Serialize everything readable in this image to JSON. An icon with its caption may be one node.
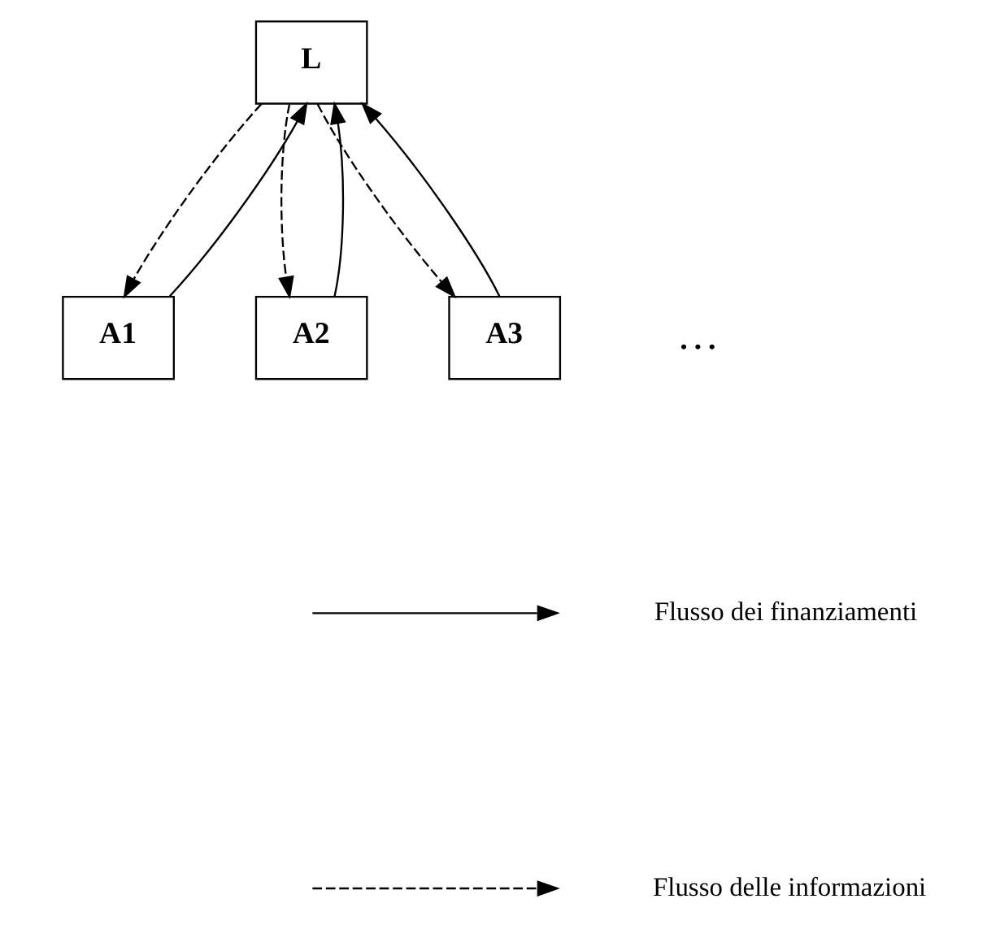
{
  "diagram": {
    "nodes": [
      {
        "text": [
          "L"
        ]
      },
      {
        "text": [
          "A1"
        ]
      },
      {
        "text": [
          "A2"
        ]
      },
      {
        "text": [
          "A3"
        ]
      }
    ],
    "edges": [
      {
        "from": 1,
        "to": 0,
        "arrow": "to"
      },
      {
        "from": 0,
        "to": 1,
        "arrow": "to",
        "style": "dashed"
      },
      {
        "from": 2,
        "to": 0,
        "arrow": "to"
      },
      {
        "from": 0,
        "to": 2,
        "arrow": "to",
        "style": "dashed"
      },
      {
        "from": 3,
        "to": 0,
        "arrow": "to"
      },
      {
        "from": 0,
        "to": 3,
        "arrow": "to",
        "style": "dashed"
      }
    ],
    "labels": [
      "…"
    ],
    "legend": [
      {
        "text": "Flusso dei finanziamenti"
      },
      {
        "text": "Flusso delle informazioni"
      }
    ]
  }
}
